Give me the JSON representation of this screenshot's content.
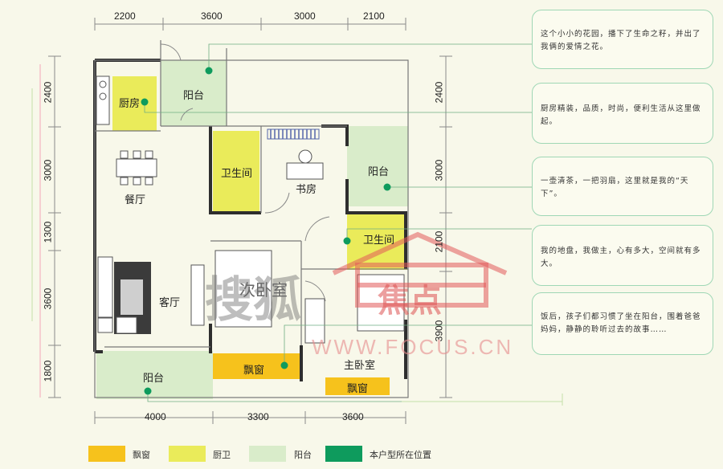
{
  "dimensions": {
    "top": [
      "2200",
      "3600",
      "3000",
      "2100"
    ],
    "bottom": [
      "4000",
      "3300",
      "3600"
    ],
    "left": [
      "2400",
      "3000",
      "1300",
      "3600",
      "1800"
    ],
    "right": [
      "2400",
      "3000",
      "2100",
      "3900"
    ]
  },
  "rooms": {
    "kitchen": "厨房",
    "balcony_top": "阳台",
    "dining": "餐厅",
    "bath_1": "卫生间",
    "study": "书房",
    "balcony_right": "阳台",
    "bath_2": "卫生间",
    "living": "客厅",
    "second_bedroom": "次卧室",
    "master_bedroom": "主卧室",
    "bay_window_1": "飘窗",
    "bay_window_2": "飘窗",
    "balcony_bottom": "阳台"
  },
  "cards": [
    "这个小小的花园，播下了生命之籽，并出了我俩的爱情之花。",
    "厨房精装，品质，时尚，便利生活从这里做起。",
    "一壶清茶，一把羽扇，这里就是我的“天下”。",
    "我的地盘，我做主，心有多大，空间就有多大。",
    "饭后，孩子们都习惯了坐在阳台，围着爸爸妈妈，静静的聆听过去的故事……"
  ],
  "legend": [
    {
      "label": "飘窗",
      "color": "#f6c21c"
    },
    {
      "label": "厨卫",
      "color": "#eaeb5a"
    },
    {
      "label": "阳台",
      "color": "#d9ecca"
    },
    {
      "label": "本户型所在位置",
      "color": "#0e9b5d"
    }
  ],
  "watermark": {
    "text": "搜狐",
    "brand": "焦点",
    "url": "WWW.FOCUS.CN"
  }
}
